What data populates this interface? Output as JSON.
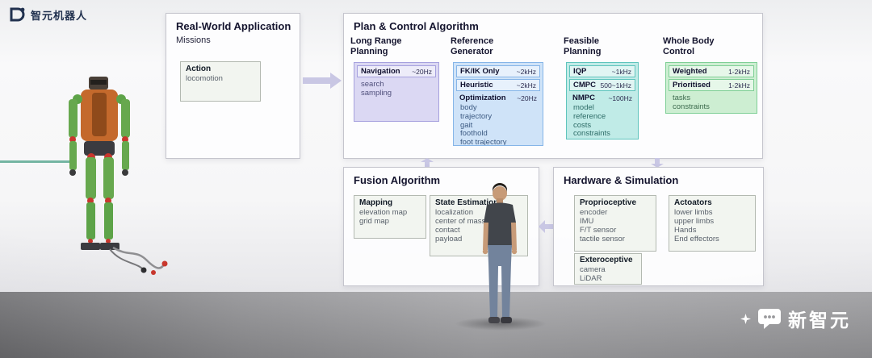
{
  "logo": {
    "brand": "智元机器人"
  },
  "watermark": {
    "brand": "新智元"
  },
  "real_world": {
    "title": "Real-World Application",
    "subtitle": "Missions",
    "action": {
      "name": "Action",
      "items": [
        "locomotion"
      ]
    }
  },
  "plan_control": {
    "title": "Plan & Control Algorithm",
    "long_range": {
      "label": "Long Range\nPlanning",
      "navigation": {
        "name": "Navigation",
        "rate": "~20Hz",
        "items": [
          "search",
          "sampling"
        ]
      }
    },
    "reference_generator": {
      "label": "Reference\nGenerator",
      "fkik": {
        "name": "FK/IK Only",
        "rate": "~2kHz"
      },
      "heuristic": {
        "name": "Heuristic",
        "rate": "~2kHz"
      },
      "optimization": {
        "name": "Optimization",
        "rate": "~20Hz",
        "items": [
          "body",
          "trajectory",
          "gait",
          "foothold",
          "foot trajectory"
        ]
      }
    },
    "feasible": {
      "label": "Feasible\nPlanning",
      "iqp": {
        "name": "IQP",
        "rate": "~1kHz"
      },
      "cmpc": {
        "name": "CMPC",
        "rate": "500~1kHz"
      },
      "nmpc": {
        "name": "NMPC",
        "rate": "~100Hz",
        "items": [
          "model",
          "reference",
          "costs",
          "constraints"
        ]
      }
    },
    "whole_body": {
      "label": "Whole Body\nControl",
      "weighted": {
        "name": "Weighted",
        "rate": "1-2kHz"
      },
      "prioritised": {
        "name": "Prioritised",
        "rate": "1-2kHz",
        "items": [
          "tasks",
          "constraints"
        ]
      }
    }
  },
  "fusion": {
    "title": "Fusion Algorithm",
    "mapping": {
      "name": "Mapping",
      "items": [
        "elevation map",
        "grid map"
      ]
    },
    "state_estimation": {
      "name": "State Estimation",
      "items": [
        "localization",
        "center of mass",
        "contact",
        "payload"
      ]
    }
  },
  "hardware": {
    "title": "Hardware & Simulation",
    "proprioceptive": {
      "name": "Proprioceptive",
      "items": [
        "encoder",
        "IMU",
        "F/T sensor",
        "tactile sensor"
      ]
    },
    "actuators": {
      "name": "Actoators",
      "items": [
        "lower limbs",
        "upper limbs",
        "Hands",
        "End effectors"
      ]
    },
    "exteroceptive": {
      "name": "Exteroceptive",
      "items": [
        "camera",
        "LiDAR"
      ]
    }
  }
}
